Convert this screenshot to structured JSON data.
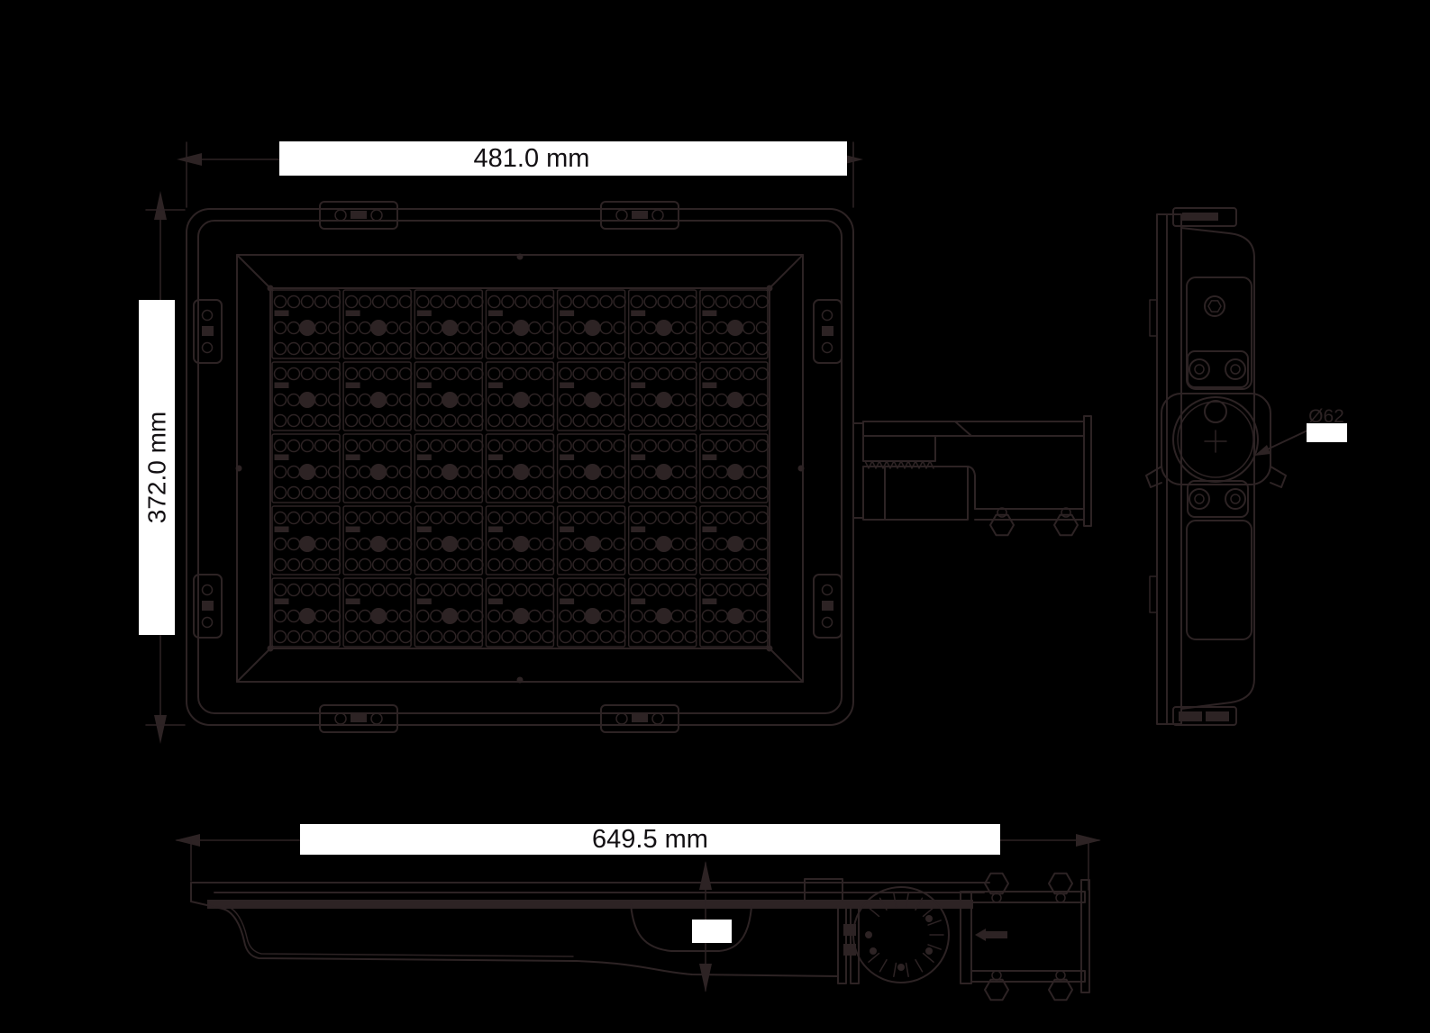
{
  "drawing": {
    "type": "technical dimension drawing",
    "subject": "LED area / flood luminaire with side-entry mounting bracket",
    "views": [
      "front",
      "side",
      "profile"
    ]
  },
  "dimensions": {
    "front_width": "481.0 mm",
    "front_height": "372.0 mm",
    "overall_length": "649.5 mm",
    "knuckle_callout": "Ø62",
    "profile_height": ""
  },
  "led_grid": {
    "columns": 7,
    "rows": 5,
    "module_circle_rows": 3,
    "circles_per_row": 5
  },
  "colors": {
    "background": "#000000",
    "line": "#2d2324",
    "label_bg": "#ffffff",
    "label_text": "#131013"
  }
}
